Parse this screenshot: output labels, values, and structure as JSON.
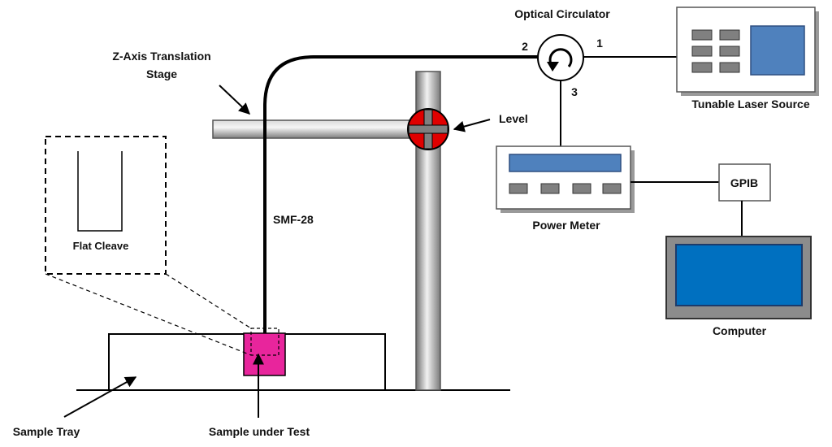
{
  "labels": {
    "optical_circulator": "Optical Circulator",
    "port_1": "1",
    "port_2": "2",
    "port_3": "3",
    "tunable_laser_source": "Tunable Laser Source",
    "z_axis_line1": "Z-Axis Translation",
    "z_axis_line2": "Stage",
    "level": "Level",
    "power_meter": "Power Meter",
    "gpib": "GPIB",
    "smf28": "SMF-28",
    "flat_cleave": "Flat Cleave",
    "computer": "Computer",
    "sample_tray": "Sample Tray",
    "sample_under_test": "Sample under Test"
  },
  "colors": {
    "line": "#000000",
    "device_fill": "#ffffff",
    "device_border": "#555555",
    "device_shadow": "#9a9a9a",
    "screen_blue": "#4f81bd",
    "screen_border": "#2f4f80",
    "button_gray": "#808080",
    "computer_frame": "#8c8c8c",
    "computer_screen": "#0070c0",
    "level_red": "#e00000",
    "sample_magenta": "#e8259c",
    "post_gray": "#a8a8a8"
  }
}
